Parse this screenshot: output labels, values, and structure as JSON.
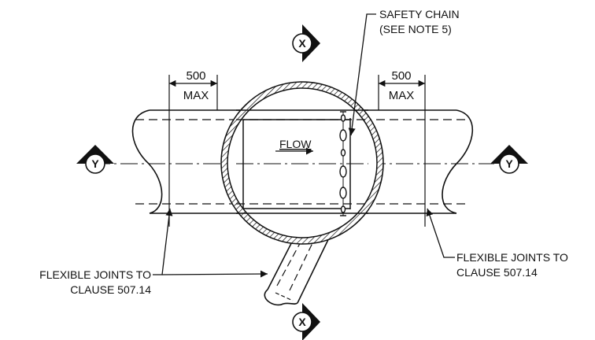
{
  "callouts": {
    "safety_chain_line1": "SAFETY CHAIN",
    "safety_chain_line2": "(SEE NOTE 5)",
    "flow": "FLOW",
    "left_joint_line1": "FLEXIBLE JOINTS TO",
    "left_joint_line2": "CLAUSE 507.14",
    "right_joint_line1": "FLEXIBLE JOINTS TO",
    "right_joint_line2": "CLAUSE 507.14"
  },
  "dimensions": {
    "left_value": "500",
    "left_unit": "MAX",
    "right_value": "500",
    "right_unit": "MAX"
  },
  "section_markers": {
    "top": "X",
    "bottom": "X",
    "left": "Y",
    "right": "Y"
  }
}
